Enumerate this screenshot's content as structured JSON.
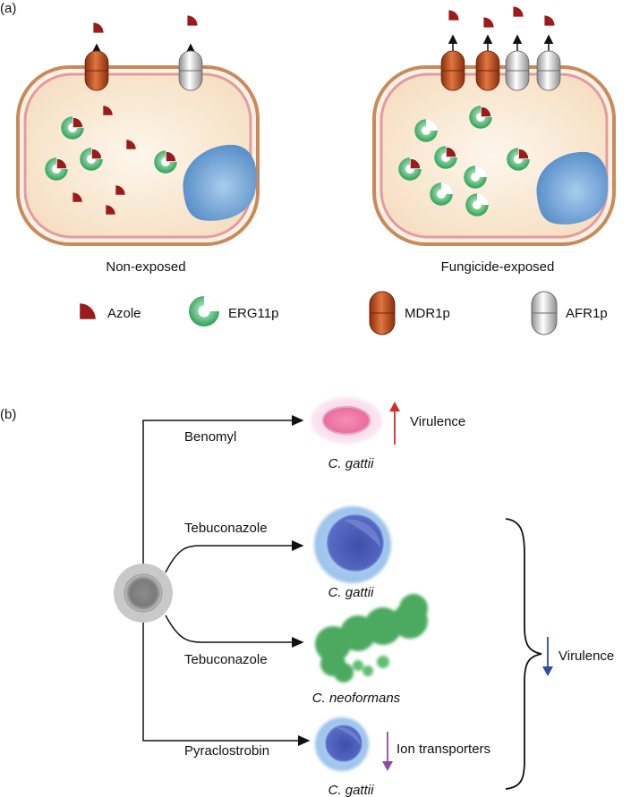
{
  "panel_a": {
    "label": "(a)",
    "cell_left_caption": "Non-exposed",
    "cell_right_caption": "Fungicide-exposed",
    "legend": {
      "azole": "Azole",
      "erg11p": "ERG11p",
      "mdr1p": "MDR1p",
      "afr1p": "AFR1p"
    }
  },
  "panel_b": {
    "label": "(b)",
    "branch1": {
      "treatment": "Benomyl",
      "species": "C. gattii",
      "effect": "Virulence"
    },
    "branch2": {
      "treatment": "Tebuconazole",
      "species": "C. gattii"
    },
    "branch3": {
      "treatment": "Tebuconazole",
      "species": "C. neoformans"
    },
    "branch4": {
      "treatment": "Pyraclostrobin",
      "species": "C. gattii",
      "effect": "Ion transporters"
    },
    "bracket_effect": "Virulence"
  },
  "colors": {
    "azole": "#9b1b1b",
    "erg11p": "#1f9a4a",
    "mdr1p": "#b8461a",
    "afr1p": "#d9d9d9",
    "cell_wall": "#c98a5a",
    "cell_membrane": "#e69aa0",
    "cytoplasm": "#f8e6cf",
    "nucleus": "#5b96d0",
    "arrow_up": "#d42b2b",
    "arrow_down": "#2d4c9c",
    "arrow_ion": "#8d4c9e"
  }
}
